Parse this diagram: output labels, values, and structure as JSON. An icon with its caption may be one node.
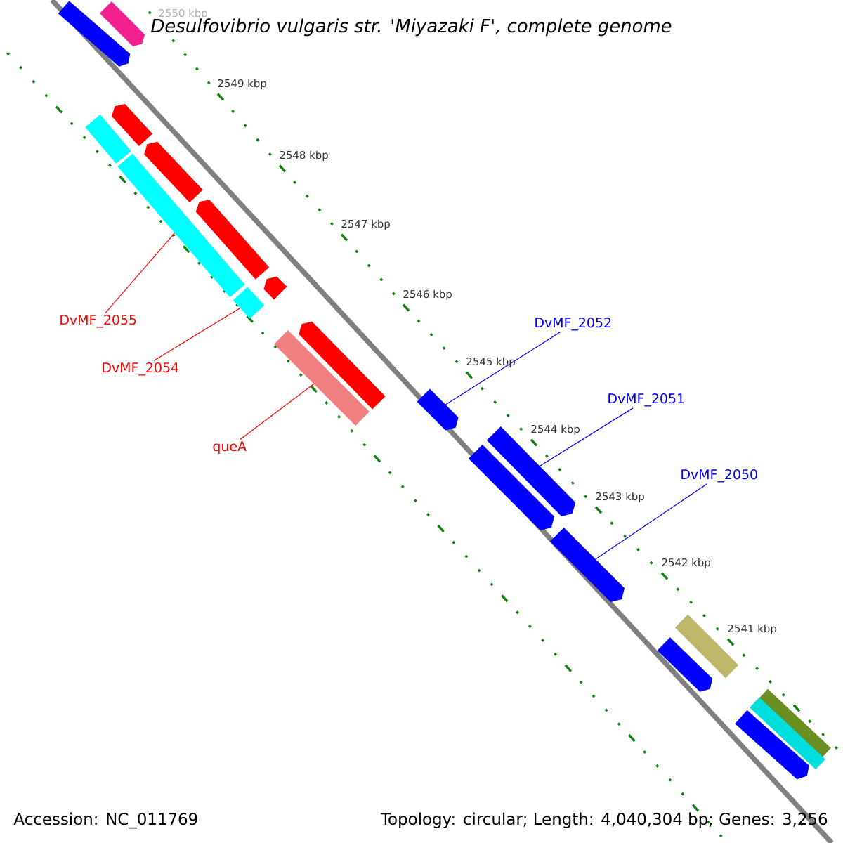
{
  "diagram": {
    "title": "Desulfovibrio vulgaris str. 'Miyazaki F', complete genome",
    "nodes": [
      {
        "text": [
          "DvMF_2055"
        ]
      },
      {
        "text": [],
        "shape": "bar"
      },
      {
        "text": [
          "DvMF_2054"
        ]
      },
      {
        "text": [],
        "shape": "bar"
      },
      {
        "text": [
          "queA"
        ]
      },
      {
        "text": [],
        "shape": "bar"
      },
      {
        "text": [
          "DvMF_2052"
        ]
      },
      {
        "text": [],
        "shape": "pentagon"
      },
      {
        "text": [
          "DvMF_2051"
        ]
      },
      {
        "text": [],
        "shape": "pentagon"
      },
      {
        "text": [
          "DvMF_2050"
        ]
      },
      {
        "text": [],
        "shape": "pentagon"
      },
      {
        "text": [],
        "shape": "pentagon"
      },
      {
        "text": [],
        "shape": "pentagon"
      },
      {
        "text": [],
        "shape": "pentagon"
      },
      {
        "text": [],
        "shape": "pentagon"
      },
      {
        "text": [],
        "shape": "pentagon"
      },
      {
        "text": [],
        "shape": "pentagon"
      },
      {
        "text": [],
        "shape": "pentagon"
      },
      {
        "text": [],
        "shape": "bar"
      },
      {
        "text": [],
        "shape": "pentagon"
      },
      {
        "text": [],
        "shape": "bar"
      },
      {
        "text": [],
        "shape": "pentagon"
      },
      {
        "text": [],
        "shape": "bar"
      },
      {
        "text": [],
        "shape": "bar"
      },
      {
        "text": [],
        "shape": "pentagon"
      }
    ],
    "edges": [
      {
        "from": 0,
        "to": 1,
        "arrow": "none",
        "color": "#ff0000"
      },
      {
        "from": 2,
        "to": 3,
        "arrow": "none",
        "color": "#ff0000"
      },
      {
        "from": 4,
        "to": 5,
        "arrow": "none",
        "color": "#ff0000"
      },
      {
        "from": 6,
        "to": 7,
        "arrow": "none",
        "color": "#0000ff"
      },
      {
        "from": 8,
        "to": 9,
        "arrow": "none",
        "color": "#0000ff"
      },
      {
        "from": 10,
        "to": 11,
        "arrow": "none",
        "color": "#0000ff"
      }
    ],
    "labels": [
      "2550 kbp",
      "2549 kbp",
      "2548 kbp",
      "2547 kbp",
      "2546 kbp",
      "2545 kbp",
      "2544 kbp",
      "2543 kbp",
      "2542 kbp",
      "2541 kbp",
      "Accession: NC_011769",
      "Topology: circular; Length: 4,040,304 bp; Genes: 3,256"
    ]
  }
}
